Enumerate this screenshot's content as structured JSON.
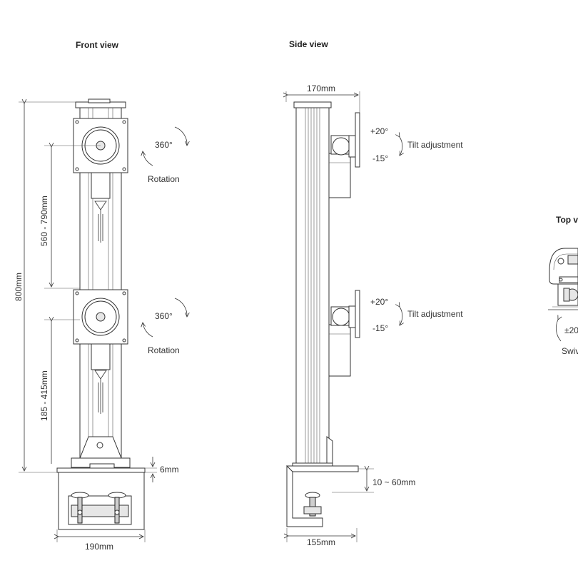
{
  "views": {
    "front": {
      "title": "Front view"
    },
    "side": {
      "title": "Side view"
    },
    "top": {
      "title": "Top v"
    }
  },
  "front": {
    "height_total": "800mm",
    "adjust_upper": "560 - 790mm",
    "adjust_lower": "185 - 415mm",
    "base_thickness": "6mm",
    "base_width": "190mm",
    "rotation_angle_1": "360°",
    "rotation_label_1": "Rotation",
    "rotation_angle_2": "360°",
    "rotation_label_2": "Rotation"
  },
  "side": {
    "top_depth": "170mm",
    "tilt_up_1": "+20°",
    "tilt_down_1": "-15°",
    "tilt_label_1": "Tilt adjustment",
    "tilt_up_2": "+20°",
    "tilt_down_2": "-15°",
    "tilt_label_2": "Tilt adjustment",
    "clamp_range": "10 ~ 60mm",
    "base_depth": "155mm"
  },
  "top": {
    "swivel_angle": "±20",
    "swivel_label": "Swiv"
  },
  "colors": {
    "line": "#333333",
    "shade": "#e6e6e6",
    "background": "#ffffff"
  }
}
